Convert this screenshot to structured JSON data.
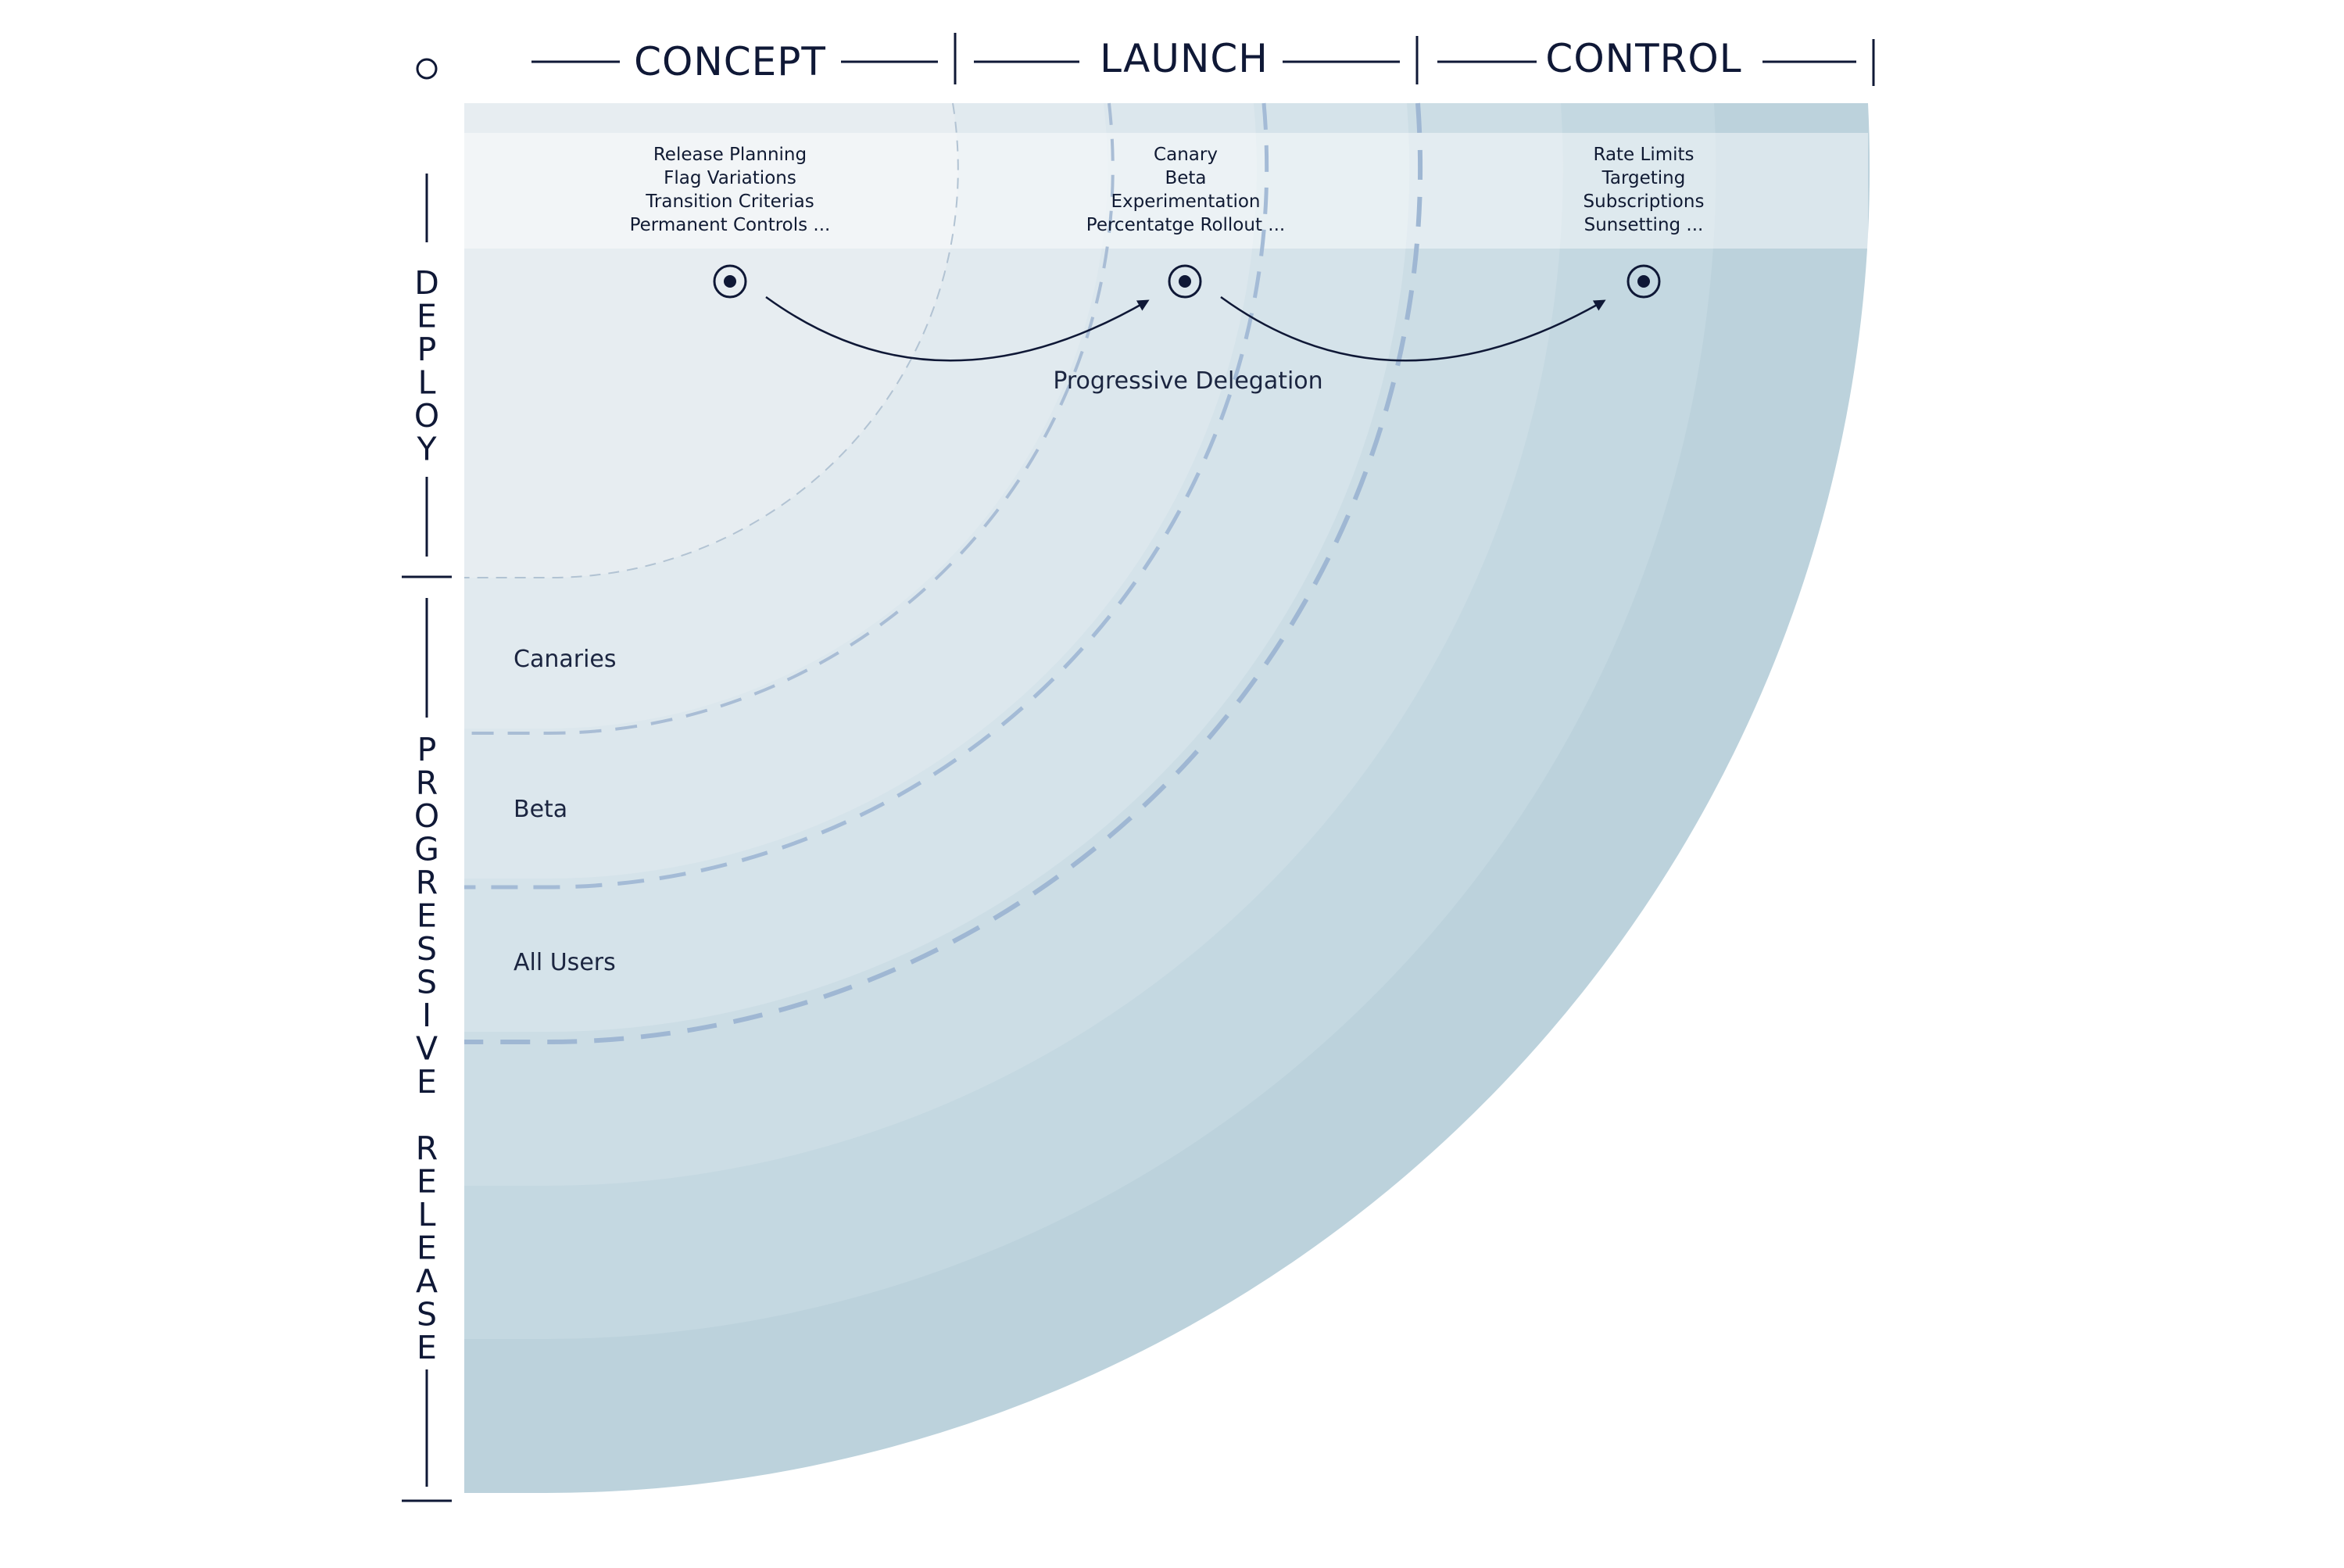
{
  "phases": [
    {
      "title": "CONCEPT",
      "items": [
        "Release Planning",
        "Flag Variations",
        "Transition Criterias",
        "Permanent Controls ..."
      ]
    },
    {
      "title": "LAUNCH",
      "items": [
        "Canary",
        "Beta",
        "Experimentation",
        "Percentatge Rollout ..."
      ]
    },
    {
      "title": "CONTROL",
      "items": [
        "Rate Limits",
        "Targeting",
        "Subscriptions",
        "Sunsetting ..."
      ]
    }
  ],
  "delegation_label": "Progressive Delegation",
  "ring_labels": [
    "Canaries",
    "Beta",
    "All Users"
  ],
  "axis": {
    "deploy": "DEPLOY",
    "progressive_release": [
      "PROGRESSIVE",
      "RELEASE"
    ]
  },
  "colors": {
    "ink": "#0f1836",
    "band_light": "#e7edf1",
    "band_dark": "#bdd3dd",
    "dash": "#9fb7d3"
  }
}
